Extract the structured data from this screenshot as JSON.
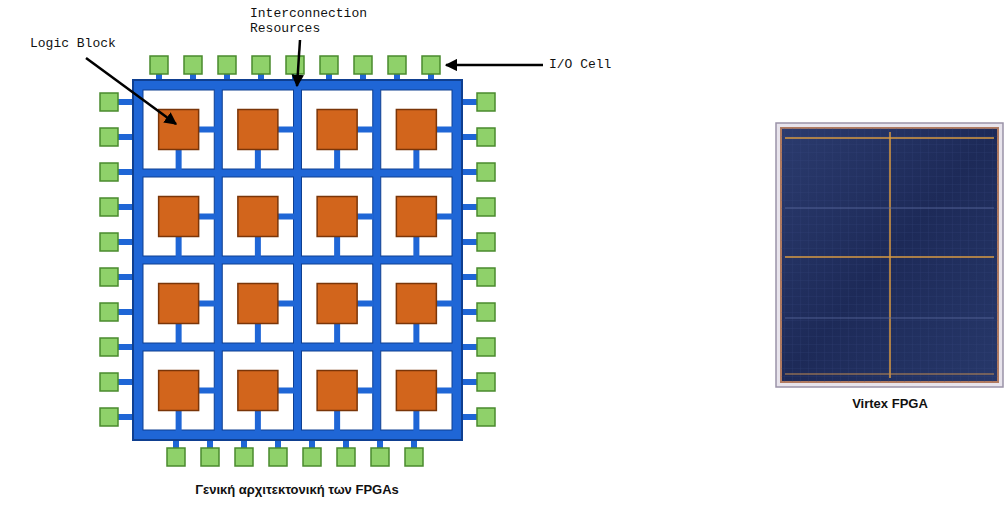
{
  "diagram": {
    "caption": "Γενική αρχιτεκτονική των FPGAs",
    "labels": [
      "Logic Block",
      "Interconnection Resources",
      "I/O Cell",
      "Virtex FPGA"
    ]
  }
}
